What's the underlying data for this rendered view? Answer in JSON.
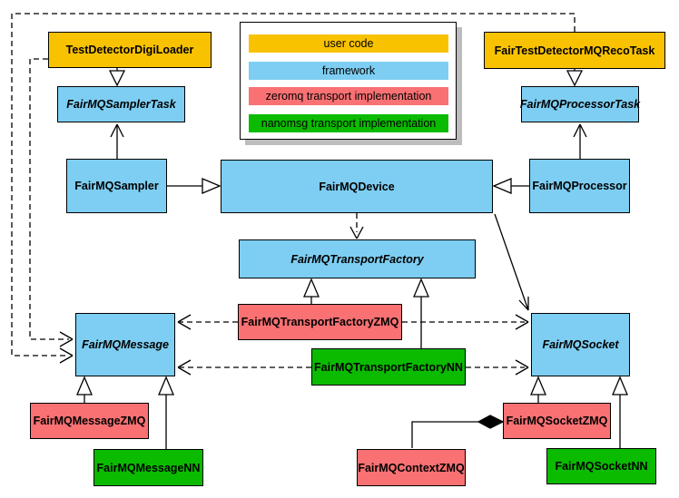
{
  "legend": {
    "items": [
      {
        "label": "user code",
        "color": "#f9c201",
        "category": "user-code"
      },
      {
        "label": "framework",
        "color": "#7dcef2",
        "category": "framework"
      },
      {
        "label": "zeromq transport implementation",
        "color": "#f97173",
        "category": "zeromq"
      },
      {
        "label": "nanomsg transport implementation",
        "color": "#0abb00",
        "category": "nanomsg"
      }
    ]
  },
  "nodes": {
    "digi_loader": {
      "label": "TestDetectorDigiLoader",
      "category": "user code",
      "abstract": false
    },
    "sampler_task": {
      "label": "FairMQSamplerTask",
      "category": "framework",
      "abstract": true
    },
    "sampler": {
      "label": "FairMQSampler",
      "category": "framework",
      "abstract": false
    },
    "reco_task": {
      "label": "FairTestDetectorMQRecoTask",
      "category": "user code",
      "abstract": false
    },
    "processor_task": {
      "label": "FairMQProcessorTask",
      "category": "framework",
      "abstract": true
    },
    "processor": {
      "label": "FairMQProcessor",
      "category": "framework",
      "abstract": false
    },
    "device": {
      "label": "FairMQDevice",
      "category": "framework",
      "abstract": false
    },
    "transport_factory": {
      "label": "FairMQTransportFactory",
      "category": "framework",
      "abstract": true
    },
    "transport_factory_zmq": {
      "label": "FairMQTransportFactoryZMQ",
      "category": "zeromq",
      "abstract": false
    },
    "transport_factory_nn": {
      "label": "FairMQTransportFactoryNN",
      "category": "nanomsg",
      "abstract": false
    },
    "message": {
      "label": "FairMQMessage",
      "category": "framework",
      "abstract": true
    },
    "socket": {
      "label": "FairMQSocket",
      "category": "framework",
      "abstract": true
    },
    "message_zmq": {
      "label": "FairMQMessageZMQ",
      "category": "zeromq",
      "abstract": false
    },
    "message_nn": {
      "label": "FairMQMessageNN",
      "category": "nanomsg",
      "abstract": false
    },
    "context_zmq": {
      "label": "FairMQContextZMQ",
      "category": "zeromq",
      "abstract": false
    },
    "socket_zmq": {
      "label": "FairMQSocketZMQ",
      "category": "zeromq",
      "abstract": false
    },
    "socket_nn": {
      "label": "FairMQSocketNN",
      "category": "nanomsg",
      "abstract": false
    }
  },
  "edges": [
    {
      "from": "digi_loader",
      "to": "sampler_task",
      "type": "inheritance-hollow-triangle"
    },
    {
      "from": "reco_task",
      "to": "processor_task",
      "type": "inheritance-hollow-triangle"
    },
    {
      "from": "sampler",
      "to": "sampler_task",
      "type": "inheritance-open-arrow"
    },
    {
      "from": "processor",
      "to": "processor_task",
      "type": "inheritance-open-arrow"
    },
    {
      "from": "sampler",
      "to": "device",
      "type": "inheritance-hollow-triangle"
    },
    {
      "from": "processor",
      "to": "device",
      "type": "inheritance-hollow-triangle"
    },
    {
      "from": "device",
      "to": "transport_factory",
      "type": "dashed-dependency"
    },
    {
      "from": "device",
      "to": "socket",
      "type": "association-open-arrow"
    },
    {
      "from": "transport_factory_zmq",
      "to": "transport_factory",
      "type": "inheritance-hollow-triangle"
    },
    {
      "from": "transport_factory_nn",
      "to": "transport_factory",
      "type": "inheritance-hollow-triangle"
    },
    {
      "from": "transport_factory_zmq",
      "to": "message",
      "type": "dashed-dependency"
    },
    {
      "from": "transport_factory_zmq",
      "to": "socket",
      "type": "dashed-dependency"
    },
    {
      "from": "transport_factory_nn",
      "to": "message",
      "type": "dashed-dependency"
    },
    {
      "from": "transport_factory_nn",
      "to": "socket",
      "type": "dashed-dependency"
    },
    {
      "from": "digi_loader",
      "to": "message",
      "type": "dashed-dependency"
    },
    {
      "from": "reco_task",
      "to": "message",
      "type": "dashed-dependency"
    },
    {
      "from": "message_zmq",
      "to": "message",
      "type": "inheritance-hollow-triangle"
    },
    {
      "from": "message_nn",
      "to": "message",
      "type": "inheritance-hollow-triangle"
    },
    {
      "from": "socket_zmq",
      "to": "socket",
      "type": "inheritance-hollow-triangle"
    },
    {
      "from": "socket_nn",
      "to": "socket",
      "type": "inheritance-hollow-triangle"
    },
    {
      "from": "context_zmq",
      "to": "socket_zmq",
      "type": "composition-filled-diamond"
    }
  ],
  "colors": {
    "user_code": "#f9c201",
    "framework": "#7dcef2",
    "zeromq": "#f97173",
    "nanomsg": "#0abb00",
    "border": "#000000",
    "background": "#ffffff",
    "legend_shadow": "#bdbdbd"
  }
}
